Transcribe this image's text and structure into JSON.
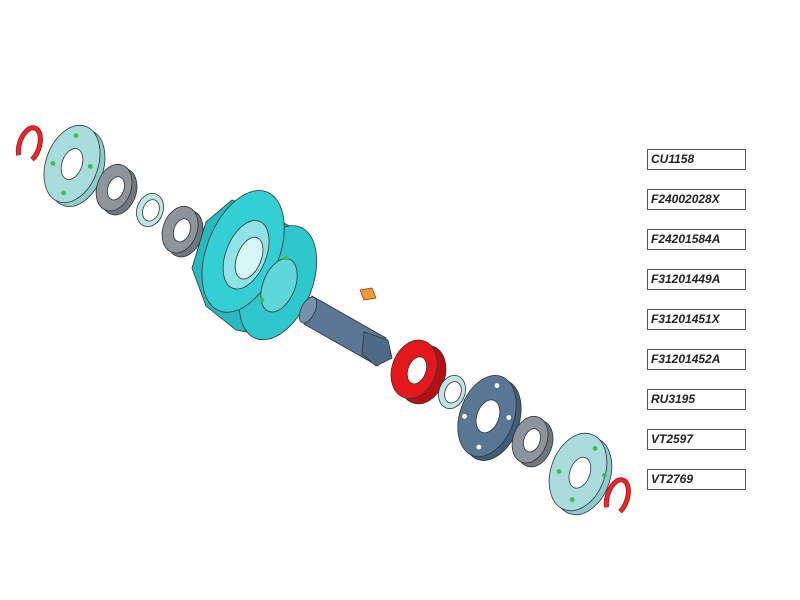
{
  "part_numbers": [
    {
      "code": "CU1158"
    },
    {
      "code": "F24002028X"
    },
    {
      "code": "F24201584A"
    },
    {
      "code": "F31201449A"
    },
    {
      "code": "F31201451X"
    },
    {
      "code": "F31201452A"
    },
    {
      "code": "RU3195"
    },
    {
      "code": "VT2597"
    },
    {
      "code": "VT2769"
    }
  ],
  "colors": {
    "circlip": "#e8292d",
    "flange_light": "#a9dcdc",
    "bearing_grey": "#8c949c",
    "spacer_ring": "#bfe6e6",
    "wheel_hub": "#2ec7cc",
    "axle": "#5a7796",
    "key": "#f29a3a",
    "highlighted_bearing": "#e4181c",
    "flange_dark": "#577794",
    "hole_green": "#3fbf4a"
  }
}
